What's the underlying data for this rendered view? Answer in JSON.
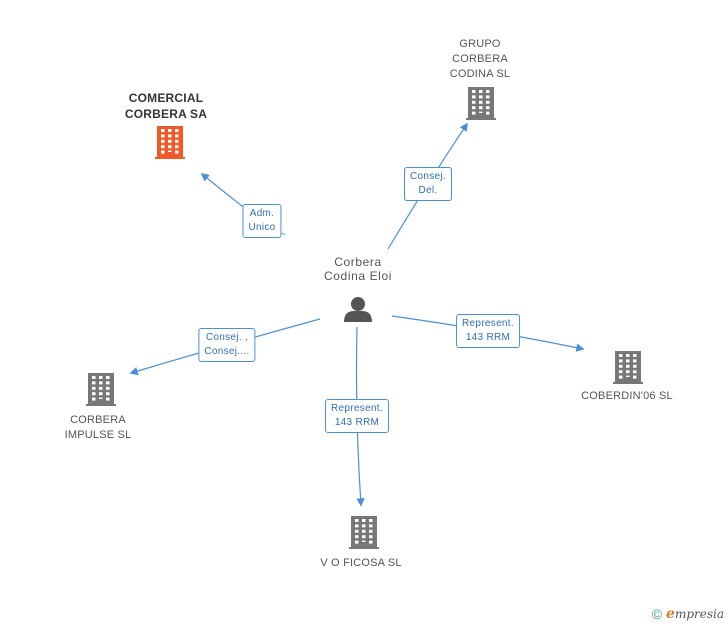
{
  "center_person": {
    "name_line1": "Corbera",
    "name_line2": "Codina Eloi",
    "icon": "person-icon"
  },
  "companies": [
    {
      "key": "comercial",
      "lines": [
        "COMERCIAL",
        "CORBERA SA"
      ],
      "highlight": true,
      "icon": "building-icon",
      "color": "#f05a2a"
    },
    {
      "key": "grupo",
      "lines": [
        "GRUPO",
        "CORBERA",
        "CODINA SL"
      ],
      "highlight": false,
      "icon": "building-icon",
      "color": "#777777"
    },
    {
      "key": "coberdin",
      "lines": [
        "COBERDIN'06 SL"
      ],
      "highlight": false,
      "icon": "building-icon",
      "color": "#777777"
    },
    {
      "key": "impulse",
      "lines": [
        "CORBERA",
        "IMPULSE SL"
      ],
      "highlight": false,
      "icon": "building-icon",
      "color": "#777777"
    },
    {
      "key": "voficosa",
      "lines": [
        "V O FICOSA SL"
      ],
      "highlight": false,
      "icon": "building-icon",
      "color": "#777777"
    }
  ],
  "relations": [
    {
      "to": "comercial",
      "lines": [
        "Adm.",
        "Unico"
      ]
    },
    {
      "to": "grupo",
      "lines": [
        "Consej.",
        "Del."
      ]
    },
    {
      "to": "coberdin",
      "lines": [
        "Represent.",
        "143 RRM"
      ]
    },
    {
      "to": "impulse",
      "lines": [
        "Consej. ,",
        "Consej...."
      ]
    },
    {
      "to": "voficosa",
      "lines": [
        "Represent.",
        "143 RRM"
      ]
    }
  ],
  "colors": {
    "edge": "#4a90d9",
    "highlight": "#f05a2a",
    "normal": "#777777",
    "person": "#555555"
  },
  "footer": {
    "copyright": "©",
    "brand_first": "e",
    "brand_rest": "mpresia"
  }
}
